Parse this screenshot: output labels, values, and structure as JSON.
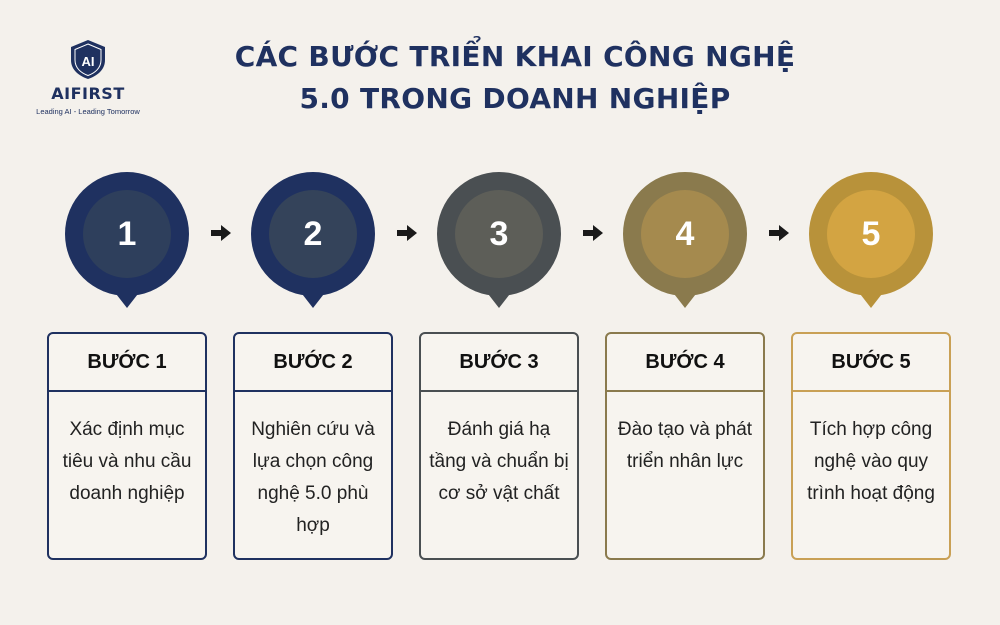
{
  "logo": {
    "name": "AIFIRST",
    "tagline": "Leading AI - Leading Tomorrow",
    "mark": "AI"
  },
  "title": {
    "line1": "CÁC BƯỚC TRIỂN KHAI CÔNG NGHỆ",
    "line2": "5.0 TRONG DOANH NGHIỆP"
  },
  "steps": [
    {
      "number": "1",
      "label": "BƯỚC 1",
      "text": "Xác định mục tiêu và nhu cầu doanh nghiệp",
      "outer": "#1f3160",
      "inner": "#2e3f5c",
      "border": "#1f3160"
    },
    {
      "number": "2",
      "label": "BƯỚC 2",
      "text": "Nghiên cứu và lựa chọn công nghệ 5.0 phù hợp",
      "outer": "#1f3160",
      "inner": "#34435a",
      "border": "#1f3160"
    },
    {
      "number": "3",
      "label": "BƯỚC 3",
      "text": "Đánh giá hạ tầng và chuẩn bị cơ sở vật chất",
      "outer": "#4a4f52",
      "inner": "#5d5e58",
      "border": "#4a4f52"
    },
    {
      "number": "4",
      "label": "BƯỚC 4",
      "text": "Đào tạo và phát triển nhân lực",
      "outer": "#8a7a4d",
      "inner": "#a58a4e",
      "border": "#8a7a4d"
    },
    {
      "number": "5",
      "label": "BƯỚC 5",
      "text": "Tích hợp công nghệ vào quy trình hoạt động",
      "outer": "#b8923a",
      "inner": "#d3a442",
      "border": "#c9a055"
    }
  ]
}
